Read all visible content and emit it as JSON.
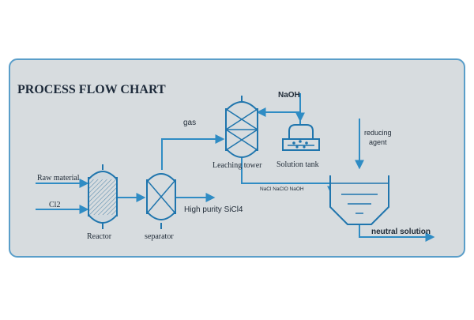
{
  "title": "PROCESS FLOW CHART",
  "labels": {
    "raw_material": "Raw material",
    "cl2": "Cl2",
    "reactor": "Reactor",
    "separator": "separator",
    "gas": "gas",
    "high_purity": "High purity SiCl4",
    "leaching_tower": "Leaching tower",
    "solution_tank": "Solution tank",
    "naoh": "NaOH",
    "salts": "NaCl NaClO NaOH",
    "reducing_agent_line1": "reducing",
    "reducing_agent_line2": "agent",
    "neutral_solution": "neutral solution"
  },
  "colors": {
    "page_bg": "#ffffff",
    "panel_bg": "#d7dcdf",
    "panel_border": "#5a9ec9",
    "flow_line": "#2f8cc4",
    "equipment": "#1f75ad",
    "title_text": "#1d2a3a",
    "label_text": "#1f2a36"
  }
}
